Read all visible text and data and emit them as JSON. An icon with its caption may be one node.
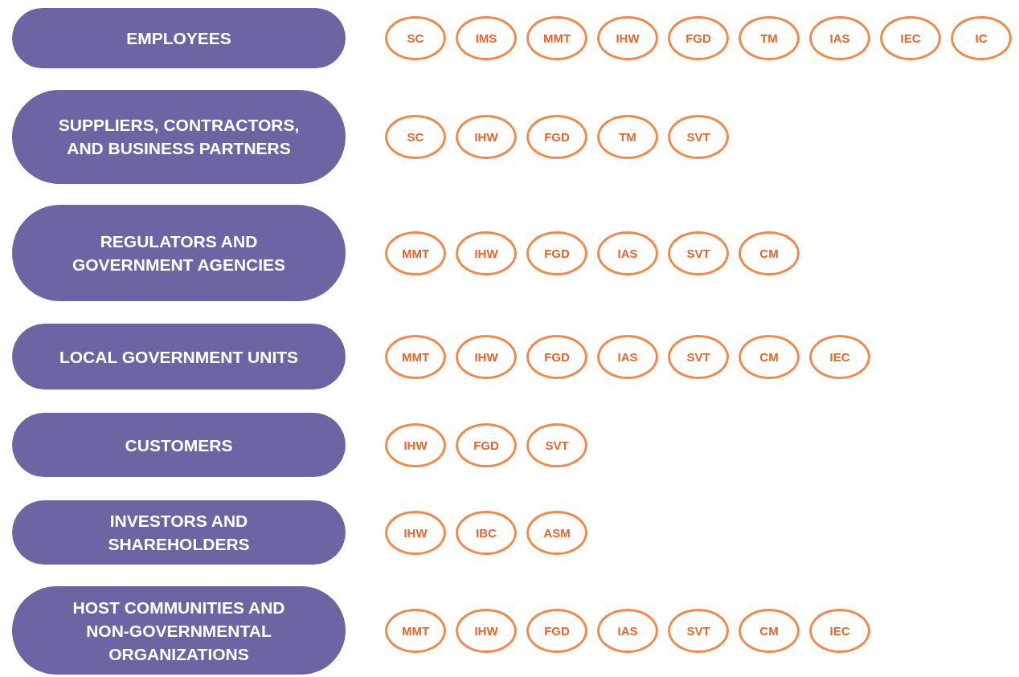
{
  "diagram": {
    "nodes": [
      {
        "text": [
          "EMPLOYEES"
        ]
      },
      {
        "text": [
          "SC"
        ]
      },
      {
        "text": [
          "IMS"
        ]
      },
      {
        "text": [
          "MMT"
        ]
      },
      {
        "text": [
          "IHW"
        ]
      },
      {
        "text": [
          "FGD"
        ]
      },
      {
        "text": [
          "TM"
        ]
      },
      {
        "text": [
          "IAS"
        ]
      },
      {
        "text": [
          "IEC"
        ]
      },
      {
        "text": [
          "IC"
        ]
      },
      {
        "text": [
          "SUPPLIERS, CONTRACTORS, AND BUSINESS PARTNERS"
        ]
      },
      {
        "text": [
          "SC"
        ]
      },
      {
        "text": [
          "IHW"
        ]
      },
      {
        "text": [
          "FGD"
        ]
      },
      {
        "text": [
          "TM"
        ]
      },
      {
        "text": [
          "SVT"
        ]
      },
      {
        "text": [
          "REGULATORS AND GOVERNMENT AGENCIES"
        ]
      },
      {
        "text": [
          "MMT"
        ]
      },
      {
        "text": [
          "IHW"
        ]
      },
      {
        "text": [
          "FGD"
        ]
      },
      {
        "text": [
          "IAS"
        ]
      },
      {
        "text": [
          "SVT"
        ]
      },
      {
        "text": [
          "CM"
        ]
      },
      {
        "text": [
          "LOCAL GOVERNMENT UNITS"
        ]
      },
      {
        "text": [
          "MMT"
        ]
      },
      {
        "text": [
          "IHW"
        ]
      },
      {
        "text": [
          "FGD"
        ]
      },
      {
        "text": [
          "IAS"
        ]
      },
      {
        "text": [
          "SVT"
        ]
      },
      {
        "text": [
          "CM"
        ]
      },
      {
        "text": [
          "IEC"
        ]
      },
      {
        "text": [
          "CUSTOMERS"
        ]
      },
      {
        "text": [
          "IHW"
        ]
      },
      {
        "text": [
          "FGD"
        ]
      },
      {
        "text": [
          "SVT"
        ]
      },
      {
        "text": [
          "INVESTORS AND SHAREHOLDERS"
        ]
      },
      {
        "text": [
          "IHW"
        ]
      },
      {
        "text": [
          "IBC"
        ]
      },
      {
        "text": [
          "ASM"
        ]
      },
      {
        "text": [
          "HOST COMMUNITIES AND NON-GOVERNMENTAL ORGANIZATIONS"
        ]
      },
      {
        "text": [
          "MMT"
        ]
      },
      {
        "text": [
          "IHW"
        ]
      },
      {
        "text": [
          "FGD"
        ]
      },
      {
        "text": [
          "IAS"
        ]
      },
      {
        "text": [
          "SVT"
        ]
      },
      {
        "text": [
          "CM"
        ]
      },
      {
        "text": [
          "IEC"
        ]
      }
    ]
  }
}
